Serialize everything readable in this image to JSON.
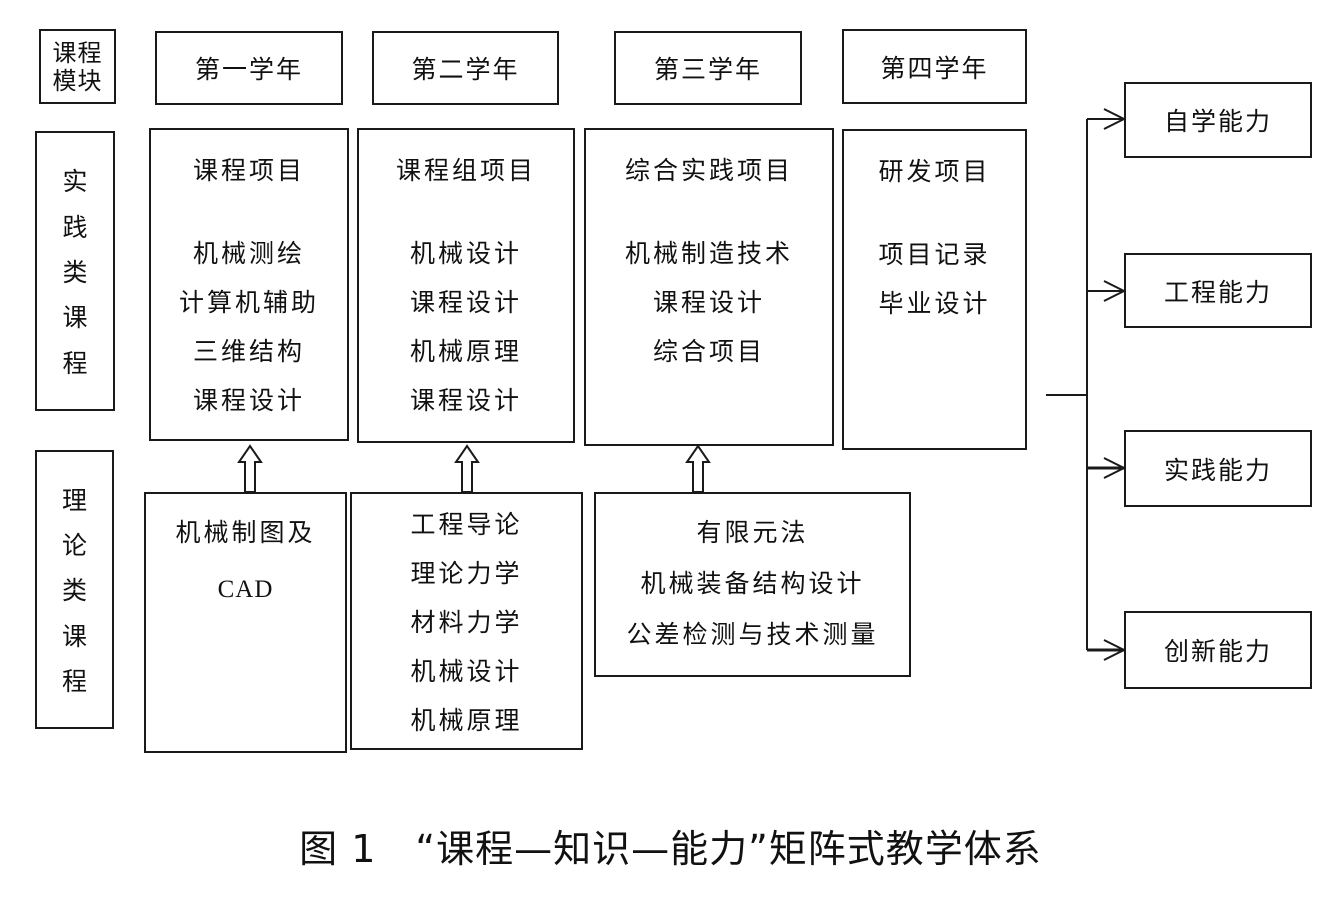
{
  "module_header": [
    "课程",
    "模块"
  ],
  "years": [
    "第一学年",
    "第二学年",
    "第三学年",
    "第四学年"
  ],
  "row_labels": {
    "practice": [
      "实",
      "践",
      "类",
      "课",
      "程"
    ],
    "theory": [
      "理",
      "论",
      "类",
      "课",
      "程"
    ]
  },
  "practice_cols": [
    {
      "title": "课程项目",
      "items": [
        "机械测绘",
        "计算机辅助",
        "三维结构",
        "课程设计"
      ]
    },
    {
      "title": "课程组项目",
      "items": [
        "机械设计",
        "课程设计",
        "机械原理",
        "课程设计"
      ]
    },
    {
      "title": "综合实践项目",
      "items": [
        "机械制造技术",
        "课程设计",
        "综合项目"
      ]
    },
    {
      "title": "研发项目",
      "items": [
        "项目记录",
        "毕业设计"
      ]
    }
  ],
  "theory_cols": [
    {
      "items": [
        "机械制图及",
        "CAD"
      ]
    },
    {
      "items": [
        "工程导论",
        "理论力学",
        "材料力学",
        "机械设计",
        "机械原理"
      ]
    },
    {
      "items": [
        "有限元法",
        "机械装备结构设计",
        "公差检测与技术测量"
      ]
    }
  ],
  "abilities": [
    "自学能力",
    "工程能力",
    "实践能力",
    "创新能力"
  ],
  "caption": "图 1　“课程—知识—能力”矩阵式教学体系"
}
